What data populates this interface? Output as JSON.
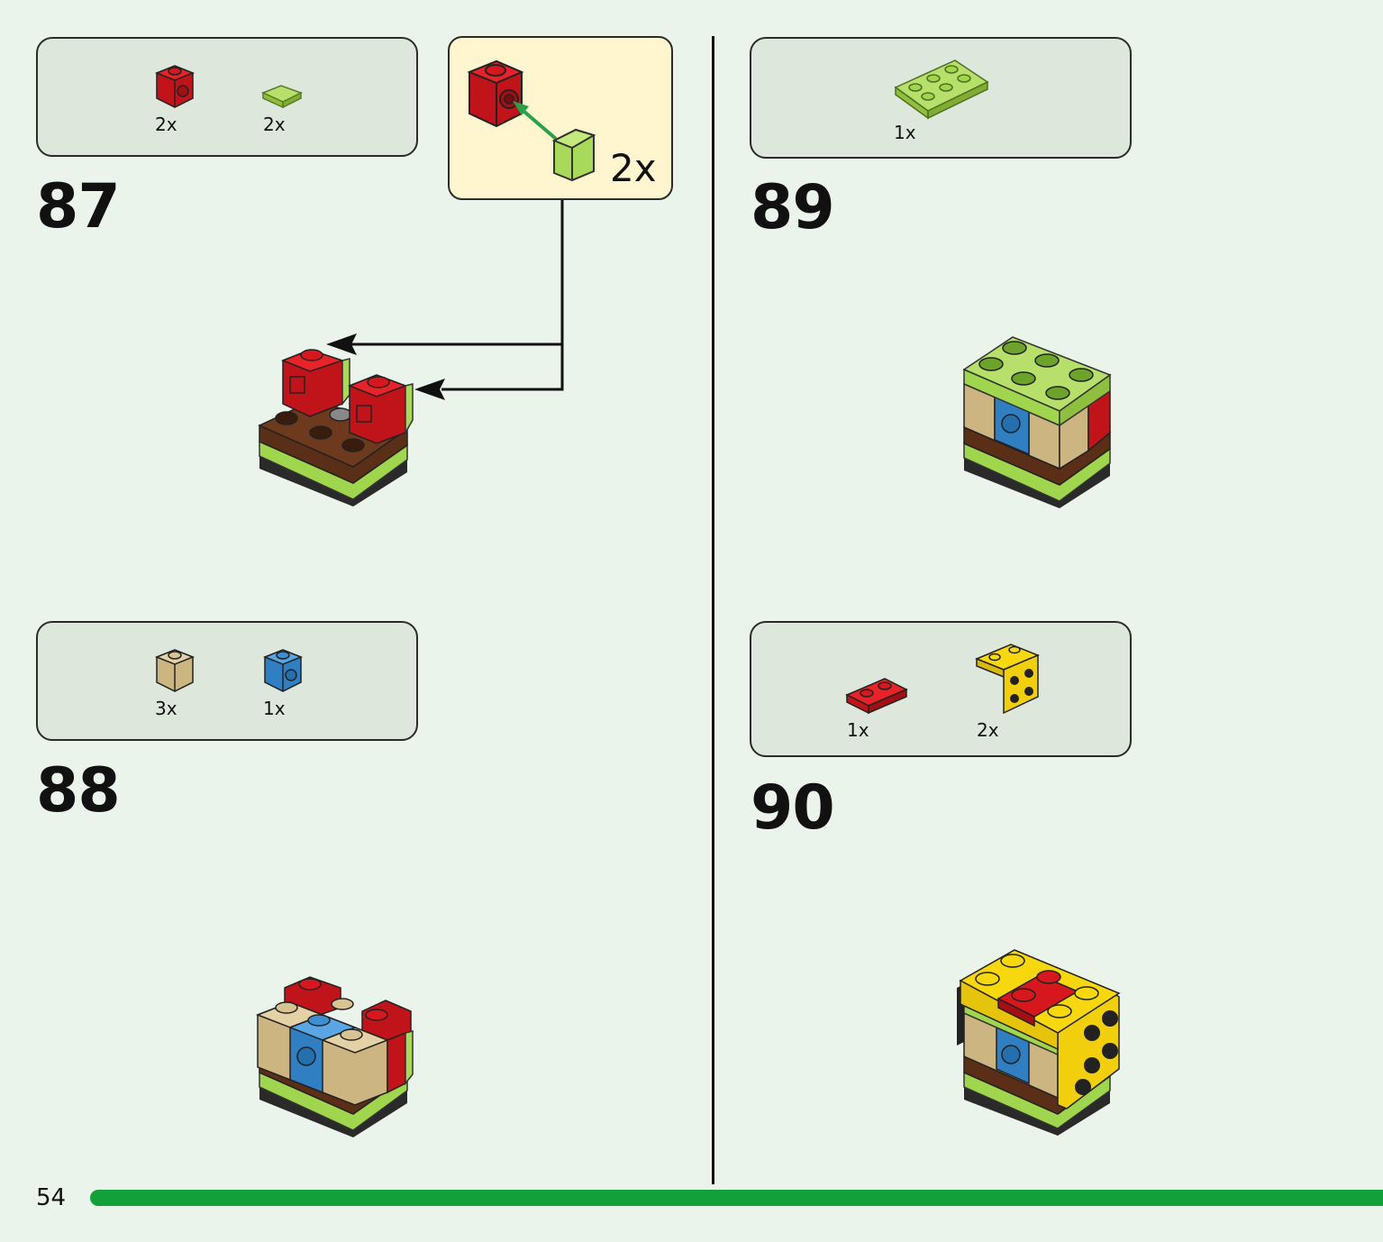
{
  "page_number": "54",
  "steps": [
    {
      "number": "87",
      "parts": [
        {
          "icon": "red-1x1-brick-with-side-stud-icon",
          "qty": "2x"
        },
        {
          "icon": "lime-1x1-tile-icon",
          "qty": "2x"
        }
      ],
      "callout": {
        "icon": "red-brick-with-lime-tile-attach-icon",
        "qty": "2x"
      }
    },
    {
      "number": "88",
      "parts": [
        {
          "icon": "tan-1x1-brick-icon",
          "qty": "3x"
        },
        {
          "icon": "blue-1x1-brick-with-side-stud-icon",
          "qty": "1x"
        }
      ]
    },
    {
      "number": "89",
      "parts": [
        {
          "icon": "lime-2x3-plate-icon",
          "qty": "1x"
        }
      ]
    },
    {
      "number": "90",
      "parts": [
        {
          "icon": "red-1x2-plate-icon",
          "qty": "1x"
        },
        {
          "icon": "yellow-bracket-icon",
          "qty": "2x"
        }
      ]
    }
  ],
  "colors": {
    "background": "#eaf4ea",
    "parts_box": "#dde7dc",
    "callout_box": "#fff6cf",
    "progress_bar": "#12a03a",
    "red": "#d6171d",
    "lime": "#a9d95a",
    "brown": "#5a2e17",
    "tan": "#d8c393",
    "blue": "#3d8fd1",
    "yellow": "#f7d70e"
  }
}
